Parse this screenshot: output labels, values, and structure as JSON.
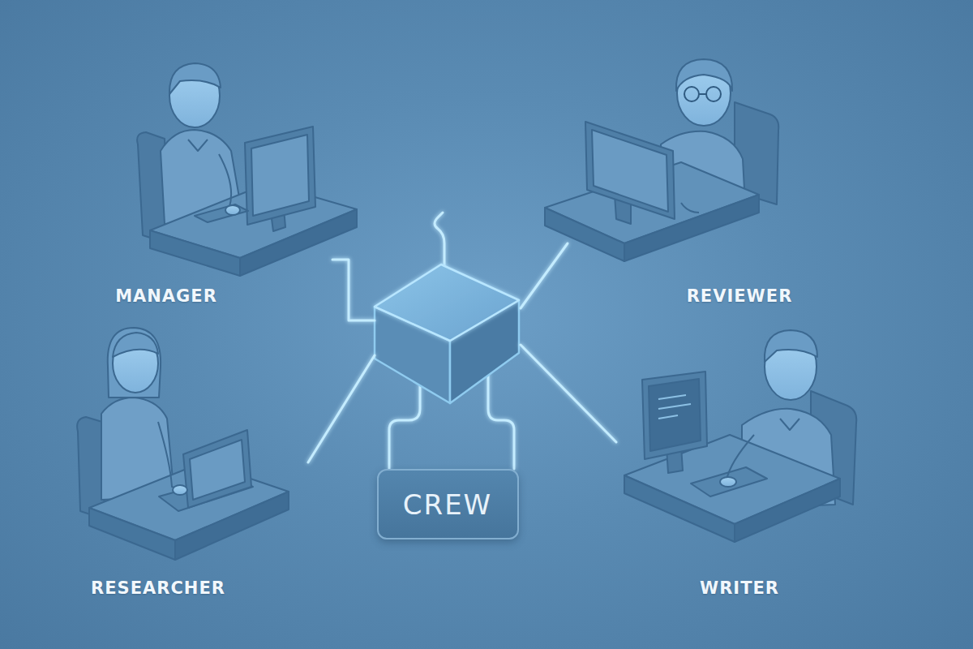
{
  "diagram": {
    "nodes": [
      {
        "text": [
          "MANAGER"
        ]
      },
      {
        "text": [
          "REVIEWER"
        ]
      },
      {
        "text": [
          "CREW"
        ]
      },
      {
        "text": [
          "RESEARCHER"
        ]
      },
      {
        "text": [
          "WRITER"
        ]
      }
    ],
    "edges": [
      {
        "from": 0,
        "to": 2,
        "arrow": "none"
      },
      {
        "from": 1,
        "to": 2,
        "arrow": "none"
      },
      {
        "from": 3,
        "to": 2,
        "arrow": "none"
      },
      {
        "from": 4,
        "to": 2,
        "arrow": "none"
      }
    ]
  }
}
